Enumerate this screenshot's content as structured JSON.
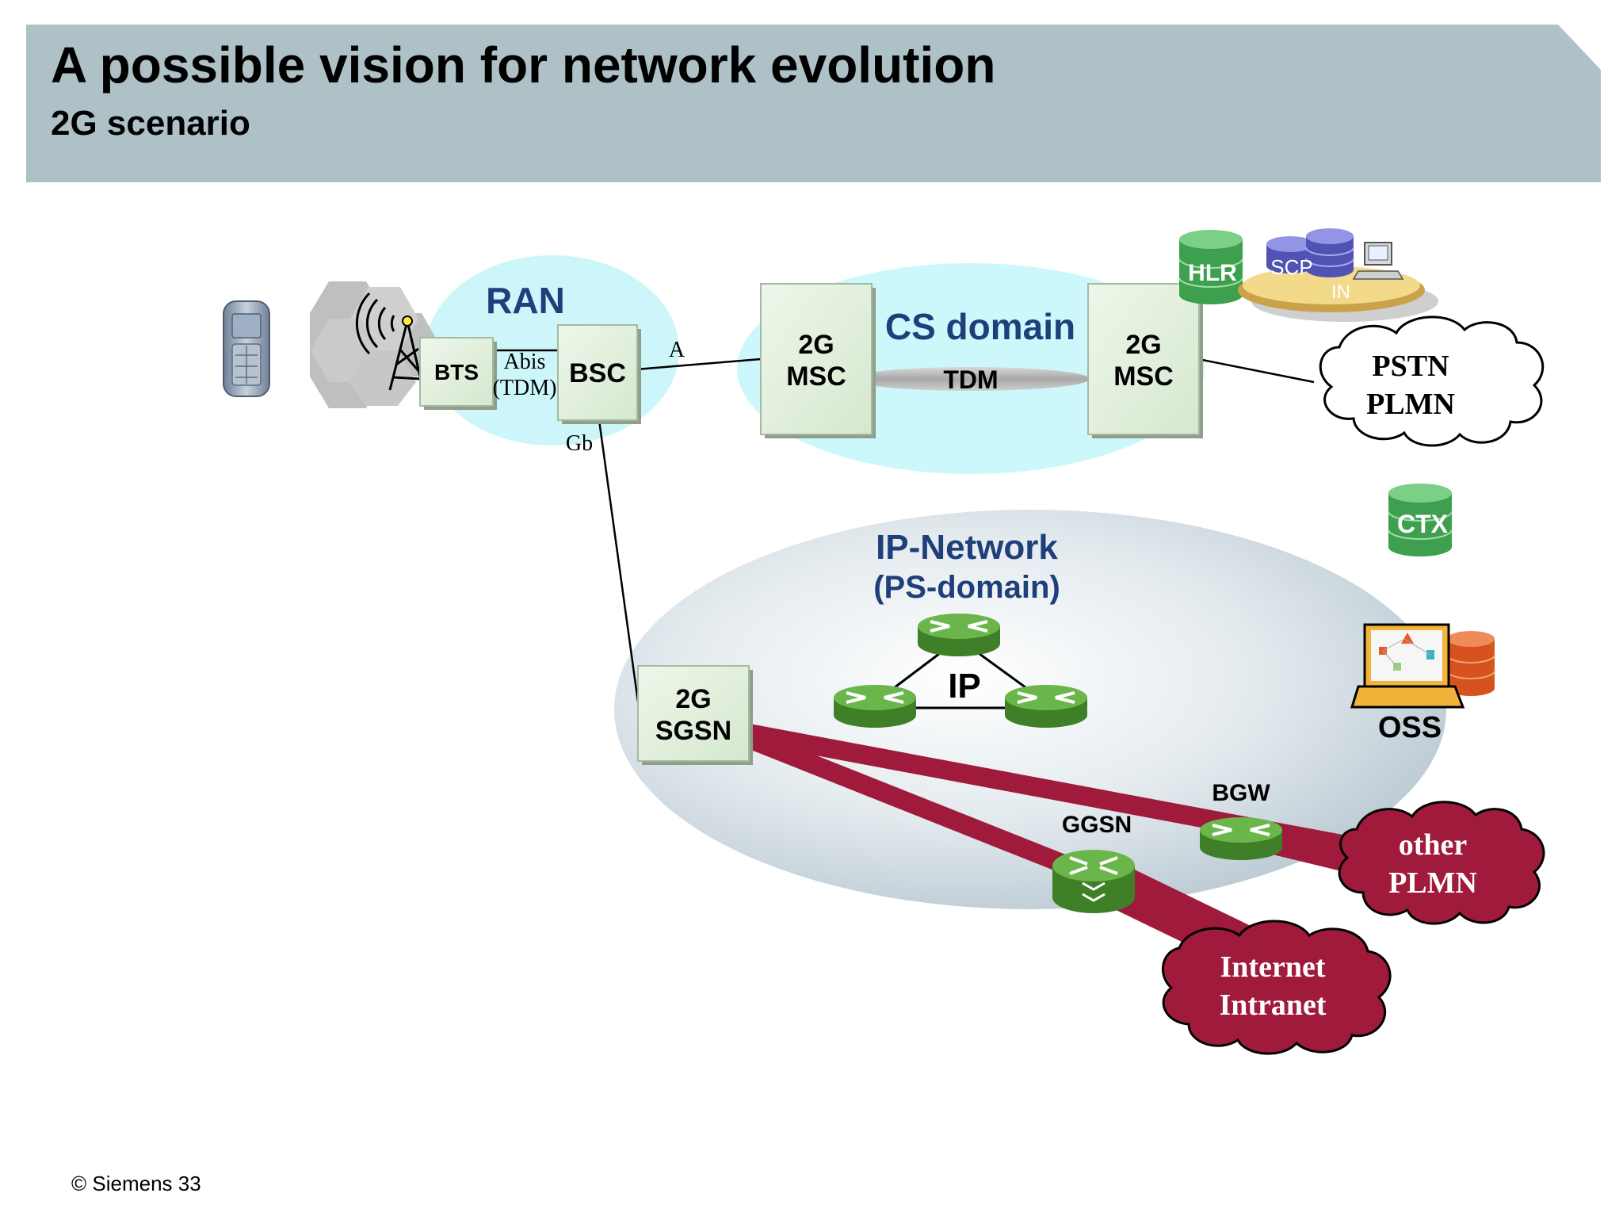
{
  "header": {
    "title": "A possible vision for network evolution",
    "subtitle": "2G scenario"
  },
  "ran": {
    "label": "RAN",
    "bts": "BTS",
    "abis": "Abis",
    "abis_tdm": "(TDM)",
    "bsc": "BSC",
    "a_interface": "A",
    "gb_interface": "Gb"
  },
  "cs_domain": {
    "label": "CS domain",
    "tdm": "TDM",
    "msc_left": [
      "2G",
      "MSC"
    ],
    "msc_right": [
      "2G",
      "MSC"
    ]
  },
  "services": {
    "hlr": "HLR",
    "scp": "SCP",
    "in": "IN",
    "ctx": "CTX",
    "oss": "OSS"
  },
  "pstn": [
    "PSTN",
    "PLMN"
  ],
  "ip_network": {
    "title": "IP-Network",
    "subtitle": "(PS-domain)",
    "ip": "IP",
    "sgsn": [
      "2G",
      "SGSN"
    ],
    "ggsn": "GGSN",
    "bgw": "BGW"
  },
  "clouds": {
    "other_plmn": [
      "other",
      "PLMN"
    ],
    "internet": [
      "Internet",
      "Intranet"
    ]
  },
  "footer": "© Siemens 33",
  "colors": {
    "header_bg": "#adc1c6",
    "accent_blue": "#1f3f7a",
    "node_green": "#e0efdc",
    "router_green": "#5aa13a",
    "link_maroon": "#a01a3c",
    "cs_cyan": "#ccf8fb",
    "ran_cyan": "#ccf6fa"
  }
}
